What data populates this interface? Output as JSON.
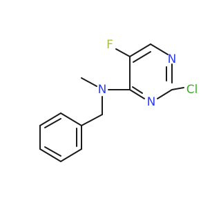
{
  "molecule": {
    "atoms": [
      {
        "id": "F",
        "label": "F",
        "color": "#a8c040"
      },
      {
        "id": "N1",
        "label": "N",
        "color": "#2b3cf0"
      },
      {
        "id": "N3",
        "label": "N",
        "color": "#2b3cf0"
      },
      {
        "id": "Cl",
        "label": "Cl",
        "color": "#3fae2c"
      },
      {
        "id": "N",
        "label": "N",
        "color": "#2b3cf0"
      }
    ],
    "bond_color": "#1a1a1a"
  }
}
